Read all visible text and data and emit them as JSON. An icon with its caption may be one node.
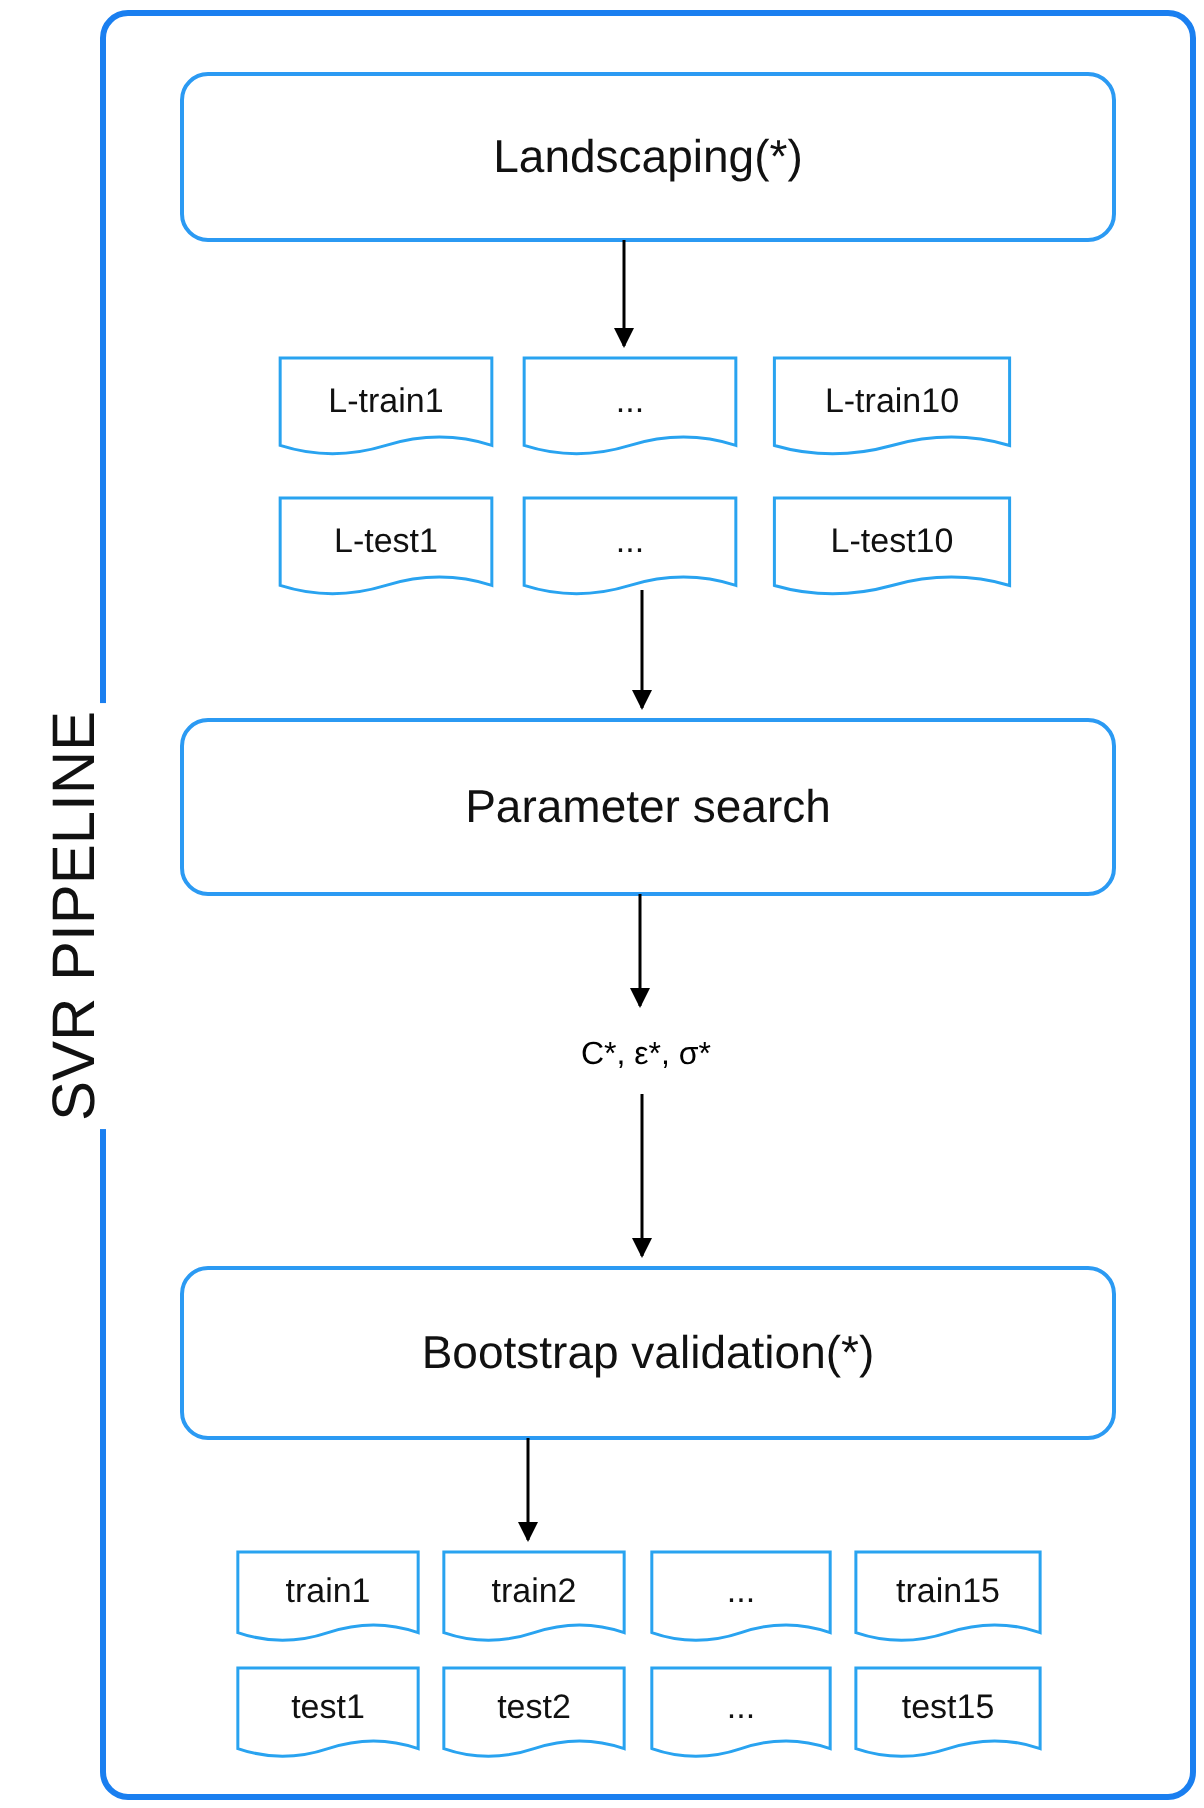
{
  "diagram": {
    "nodes": [
      {
        "text": [
          "SVR PIPELINE"
        ]
      },
      {
        "text": [
          "Landscaping(*)"
        ],
        "in": 0
      },
      {
        "text": [
          "L-train1"
        ],
        "in": 0
      },
      {
        "text": [
          "..."
        ],
        "in": 0
      },
      {
        "text": [
          "L-train10"
        ],
        "in": 0
      },
      {
        "text": [
          "L-test1"
        ],
        "in": 0
      },
      {
        "text": [
          "..."
        ],
        "in": 0
      },
      {
        "text": [
          "L-test10"
        ],
        "in": 0
      },
      {
        "text": [
          "Parameter search"
        ],
        "in": 0
      },
      {
        "text": [
          "C*, ε*, σ*"
        ],
        "in": 0
      },
      {
        "text": [
          "Bootstrap validation(*)"
        ],
        "in": 0
      },
      {
        "text": [
          "train1"
        ],
        "in": 0
      },
      {
        "text": [
          "train2"
        ],
        "in": 0
      },
      {
        "text": [
          "..."
        ],
        "in": 0
      },
      {
        "text": [
          "train15"
        ],
        "in": 0
      },
      {
        "text": [
          "test1"
        ],
        "in": 0
      },
      {
        "text": [
          "test2"
        ],
        "in": 0
      },
      {
        "text": [
          "..."
        ],
        "in": 0
      },
      {
        "text": [
          "test15"
        ],
        "in": 0
      }
    ],
    "edges": [
      {
        "from": 1,
        "to": 3,
        "arrow": "to"
      },
      {
        "from": 6,
        "to": 8,
        "arrow": "to"
      },
      {
        "from": 8,
        "to": 9,
        "arrow": "to"
      },
      {
        "from": 9,
        "to": 10,
        "arrow": "to"
      },
      {
        "from": 10,
        "to": 12,
        "arrow": "to"
      }
    ]
  }
}
